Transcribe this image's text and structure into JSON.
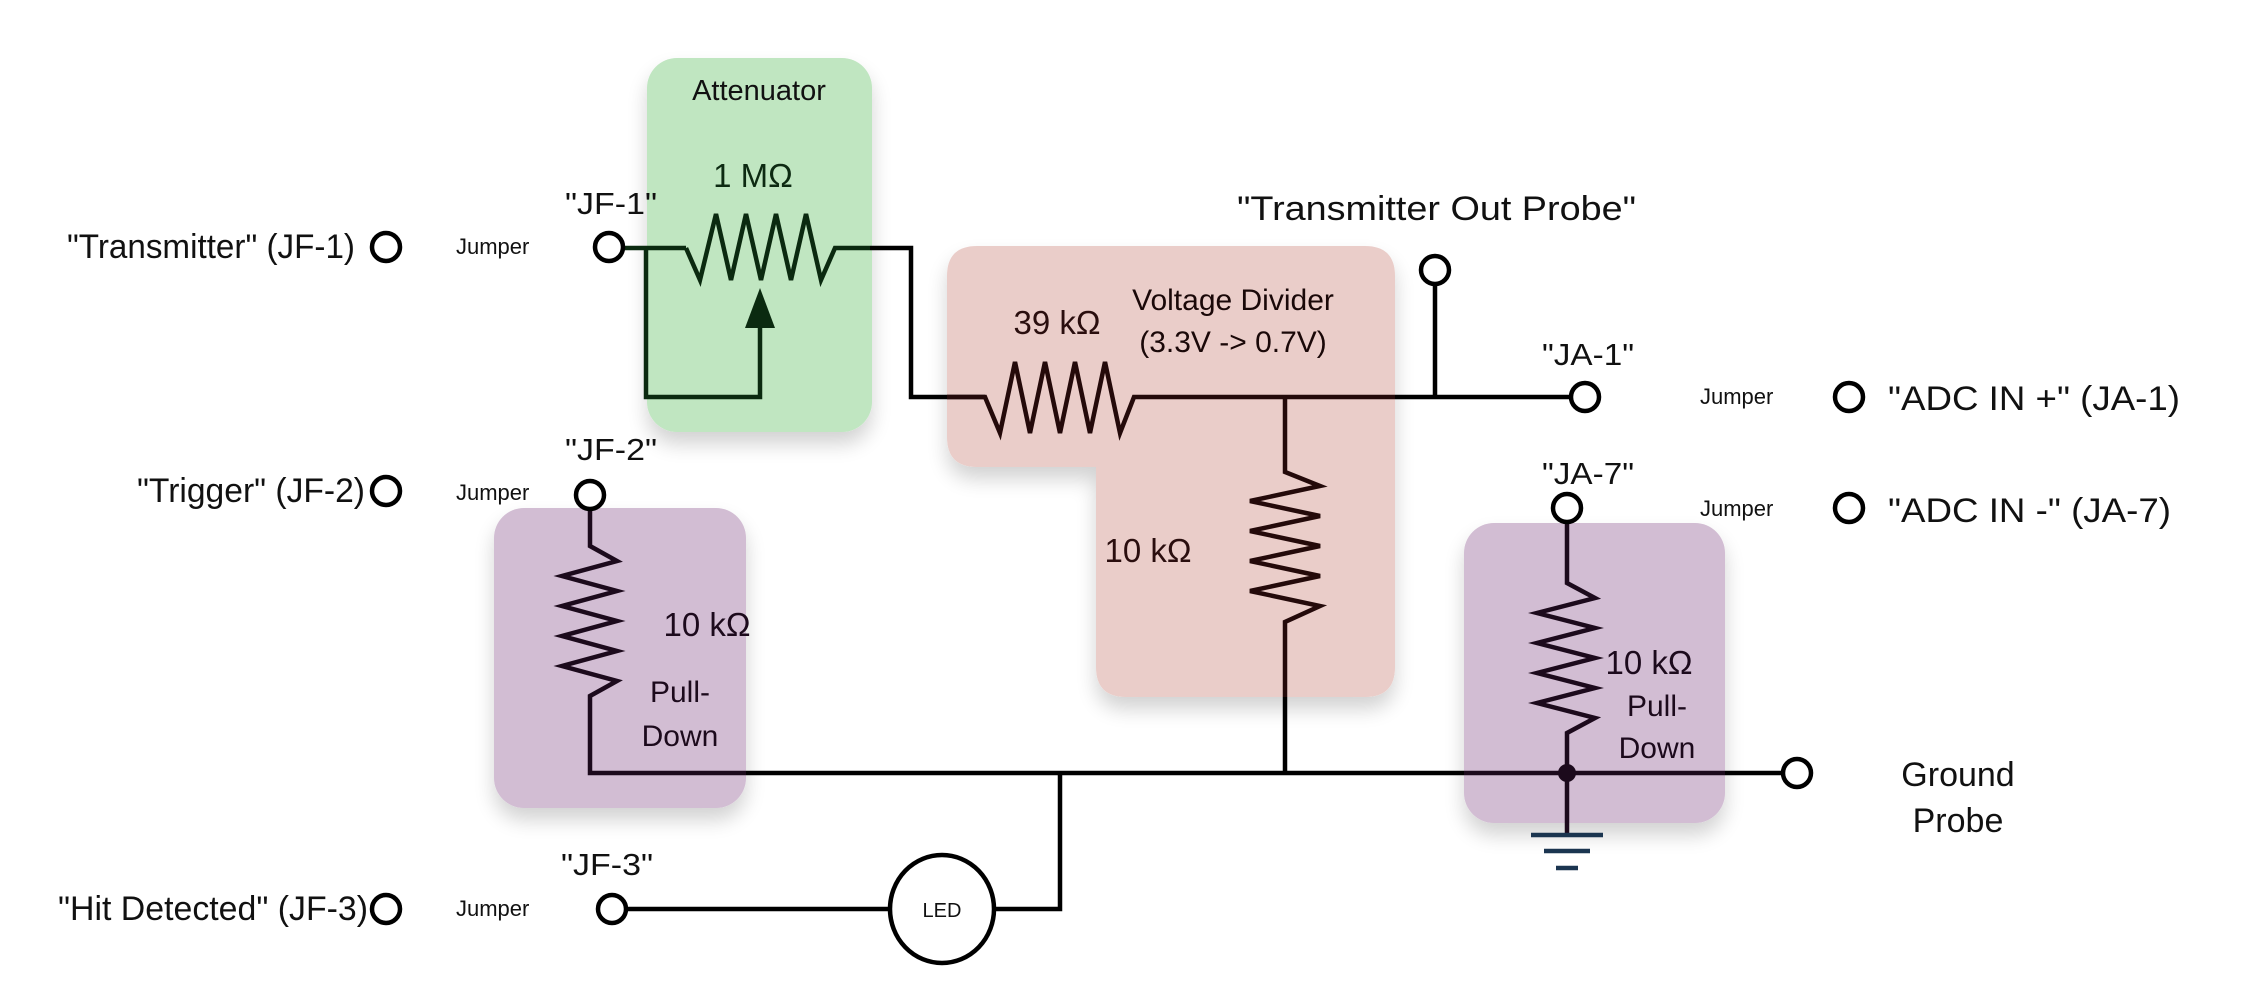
{
  "colors": {
    "attenuator_box": "#c0e6c1",
    "divider_box": "#eacdc9",
    "pulldown_box": "#d2bdd3",
    "wire": "#000000",
    "ground_symbol": "#1b3550"
  },
  "left_terminals": [
    {
      "label": "\"Transmitter\" (JF-1)",
      "jumper_label": "Jumper",
      "pin_label": "\"JF-1\""
    },
    {
      "label": "\"Trigger\" (JF-2)",
      "jumper_label": "Jumper",
      "pin_label": "\"JF-2\""
    },
    {
      "label": "\"Hit Detected\" (JF-3)",
      "jumper_label": "Jumper",
      "pin_label": "\"JF-3\""
    }
  ],
  "right_terminals": [
    {
      "label": "\"ADC IN +\" (JA-1)",
      "jumper_label": "Jumper",
      "pin_label": "\"JA-1\""
    },
    {
      "label": "\"ADC IN -\" (JA-7)",
      "jumper_label": "Jumper",
      "pin_label": "\"JA-7\""
    }
  ],
  "probes": {
    "transmitter_out": "\"Transmitter Out Probe\"",
    "ground_line1": "Ground",
    "ground_line2": "Probe"
  },
  "blocks": {
    "attenuator": {
      "title": "Attenuator",
      "value": "1 MΩ"
    },
    "divider": {
      "title": "Voltage Divider",
      "subtitle": "(3.3V -> 0.7V)",
      "r_top": "39 kΩ",
      "r_bottom": "10 kΩ"
    },
    "pulldown_left": {
      "value": "10 kΩ",
      "line1": "Pull-",
      "line2": "Down"
    },
    "pulldown_right": {
      "value": "10 kΩ",
      "line1": "Pull-",
      "line2": "Down"
    }
  },
  "led": {
    "label": "LED"
  }
}
